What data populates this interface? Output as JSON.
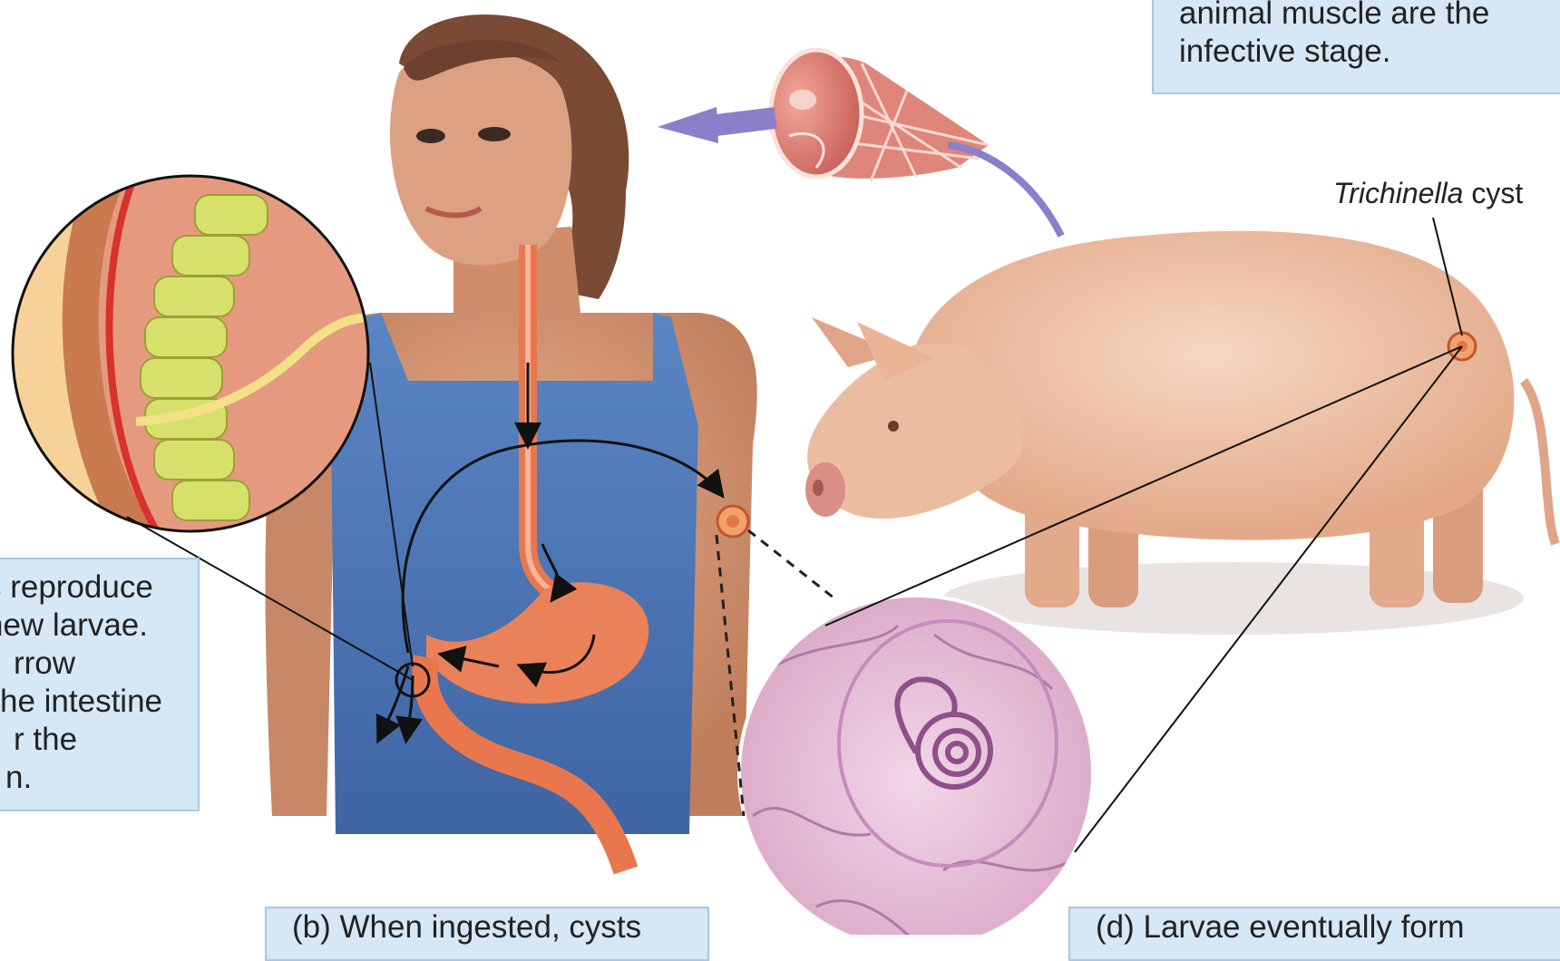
{
  "captions": {
    "top_right": {
      "line1": "animal muscle are the",
      "line2": "infective stage."
    },
    "left": {
      "line1": "s reproduce",
      "line2": "new larvae.",
      "line3": "rrow",
      "line4": "he intestine",
      "line5": "r the",
      "line6": "n."
    },
    "bottom_mid": {
      "line1": "(b) When ingested, cysts"
    },
    "bottom_right": {
      "line1": "(d) Larvae eventually form"
    }
  },
  "labels": {
    "cyst_italic": "Trichinella",
    "cyst_rest": " cyst"
  },
  "colors": {
    "caption_bg": "#d6e7f5",
    "caption_border": "#a9c8e4",
    "arrow_purple": "#8a7fc9",
    "skin": "#d99a79",
    "tank_top": "#4f78b5",
    "pig_skin": "#efc4a9",
    "intestine": "#e8774e",
    "micrograph": "#e8c2dc"
  },
  "icons": [
    "transfer-arrow",
    "ham-meat",
    "woman-figure",
    "pig-figure",
    "intestine-magnifier",
    "cyst-micrograph"
  ]
}
